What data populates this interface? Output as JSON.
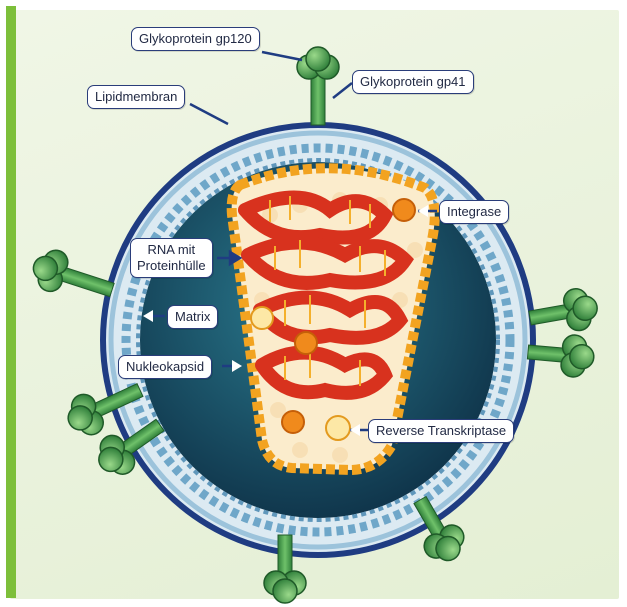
{
  "labels": {
    "gp120": "Glykoprotein gp120",
    "gp41": "Glykoprotein gp41",
    "lipid": "Lipidmembran",
    "integrase": "Integrase",
    "rna_line1": "RNA mit",
    "rna_line2": "Proteinhülle",
    "matrix": "Matrix",
    "nukleokapsid": "Nukleokapsid",
    "rt": "Reverse Transkriptase"
  },
  "colors": {
    "accent": "#7dbf3a",
    "core_fill": "#1d4e66",
    "membrane": "#1f3c82",
    "matrix_dots": "#6fa7c9",
    "capsid_orange": "#f2a320",
    "rna_red": "#d8321e",
    "glyco_green": "#3f9e4a"
  }
}
